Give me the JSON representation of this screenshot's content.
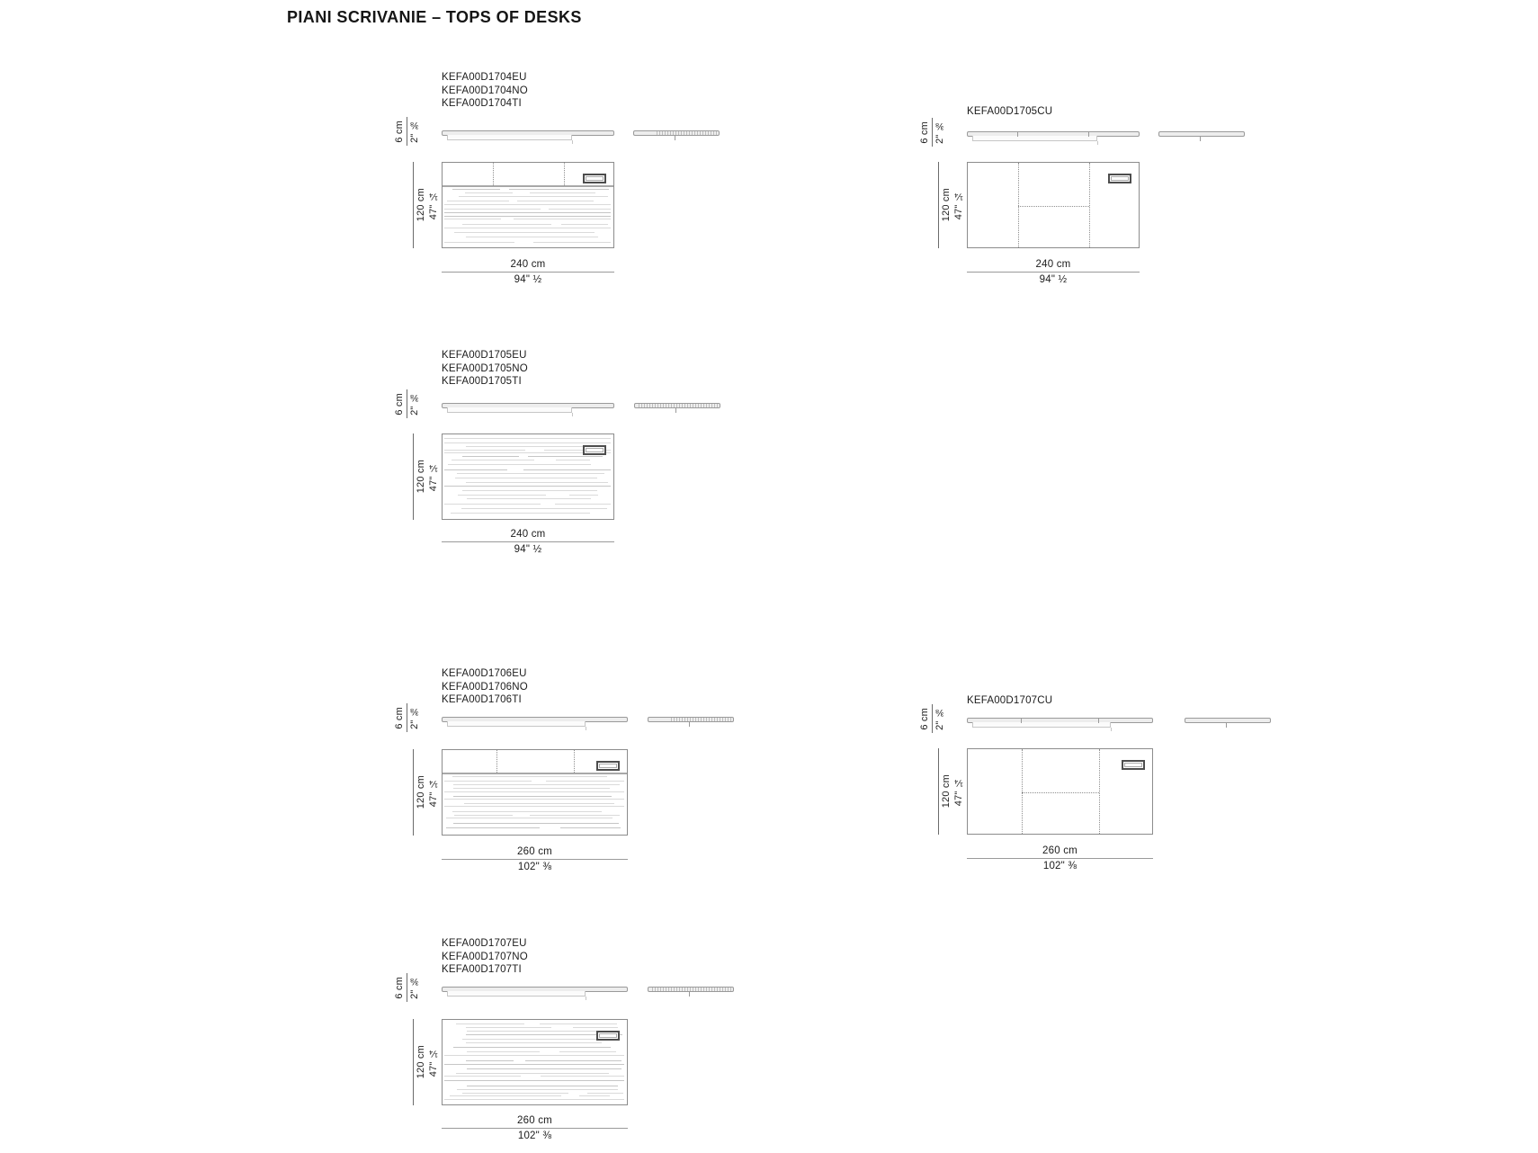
{
  "page": {
    "title": "PIANI SCRIVANIE – TOPS OF DESKS"
  },
  "figures": [
    {
      "codes": [
        "KEFA00D1704EU",
        "KEFA00D1704NO",
        "KEFA00D1704TI"
      ],
      "style": "banded-wood",
      "thickness": {
        "cm": "6 cm",
        "inch": "2\" ⅜"
      },
      "depth": {
        "cm": "120 cm",
        "inch": "47\" ¼"
      },
      "width": {
        "cm": "240 cm",
        "inch": "94\" ½"
      }
    },
    {
      "codes": [
        "KEFA00D1705CU"
      ],
      "style": "plain-dotted",
      "thickness": {
        "cm": "6 cm",
        "inch": "2\" ⅜"
      },
      "depth": {
        "cm": "120 cm",
        "inch": "47\" ¼"
      },
      "width": {
        "cm": "240 cm",
        "inch": "94\" ½"
      }
    },
    {
      "codes": [
        "KEFA00D1705EU",
        "KEFA00D1705NO",
        "KEFA00D1705TI"
      ],
      "style": "full-wood",
      "thickness": {
        "cm": "6 cm",
        "inch": "2\" ⅜"
      },
      "depth": {
        "cm": "120 cm",
        "inch": "47\" ¼"
      },
      "width": {
        "cm": "240 cm",
        "inch": "94\" ½"
      }
    },
    {
      "codes": [
        "KEFA00D1706EU",
        "KEFA00D1706NO",
        "KEFA00D1706TI"
      ],
      "style": "banded-wood",
      "thickness": {
        "cm": "6 cm",
        "inch": "2\" ⅜"
      },
      "depth": {
        "cm": "120 cm",
        "inch": "47\" ¼"
      },
      "width": {
        "cm": "260 cm",
        "inch": "102\" ⅜"
      }
    },
    {
      "codes": [
        "KEFA00D1707CU"
      ],
      "style": "plain-dotted",
      "thickness": {
        "cm": "6 cm",
        "inch": "2\" ⅜"
      },
      "depth": {
        "cm": "120 cm",
        "inch": "47\" ¼"
      },
      "width": {
        "cm": "260 cm",
        "inch": "102\" ⅜"
      }
    },
    {
      "codes": [
        "KEFA00D1707EU",
        "KEFA00D1707NO",
        "KEFA00D1707TI"
      ],
      "style": "full-wood",
      "thickness": {
        "cm": "6 cm",
        "inch": "2\" ⅜"
      },
      "depth": {
        "cm": "120 cm",
        "inch": "47\" ¼"
      },
      "width": {
        "cm": "260 cm",
        "inch": "102\" ⅜"
      }
    }
  ]
}
